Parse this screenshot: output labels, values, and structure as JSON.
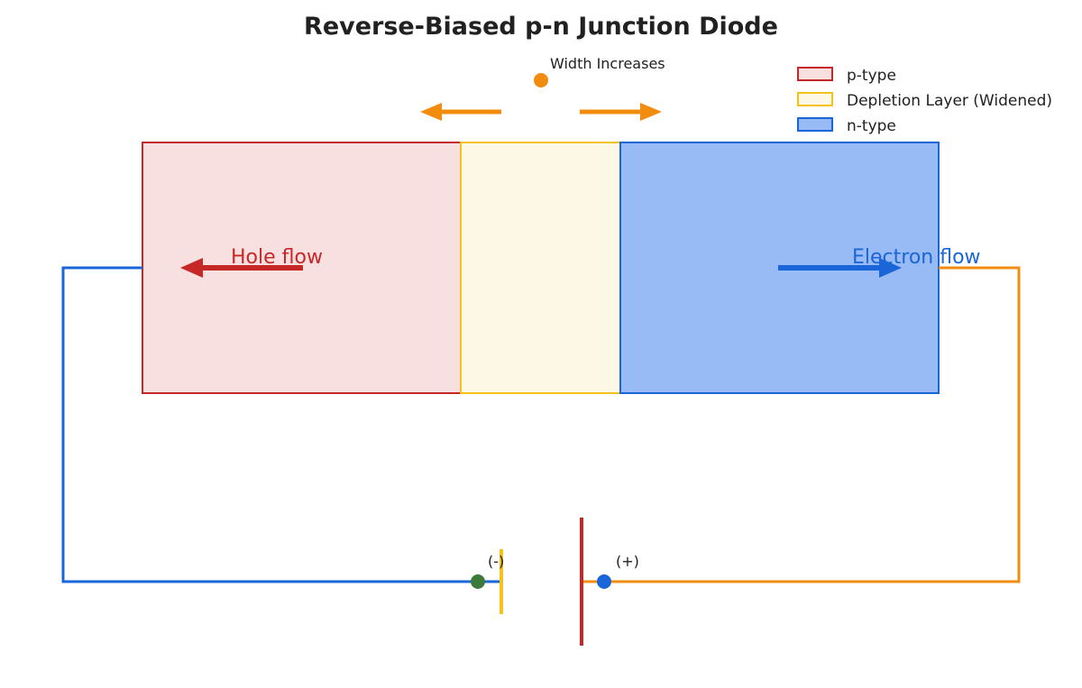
{
  "title": "Reverse-Biased p-n Junction Diode",
  "width_label": "Width Increases",
  "legend": [
    {
      "label": "p-type",
      "fill": "#f8e0e0",
      "stroke": "#c62828"
    },
    {
      "label": "Depletion Layer (Widened)",
      "fill": "#fdf8e6",
      "stroke": "#f4c21b"
    },
    {
      "label": "n-type",
      "fill": "#99bbf5",
      "stroke": "#1a66d9"
    }
  ],
  "regions": {
    "p_type": {
      "fill": "#f8e0e0",
      "stroke": "#c62828"
    },
    "depletion": {
      "fill": "#fdf8e6",
      "stroke": "#f4c21b"
    },
    "n_type": {
      "fill": "#99bbf5",
      "stroke": "#1a66d9"
    }
  },
  "flows": {
    "hole": {
      "label": "Hole flow",
      "color": "#c62828"
    },
    "electron": {
      "label": "Electron flow",
      "color": "#1a66d9"
    }
  },
  "battery": {
    "negative_label": "(-)",
    "positive_label": "(+)",
    "negative_plate_color": "#f4c21b",
    "positive_plate_color": "#c62828",
    "negative_terminal_color": "#3b7a3b",
    "positive_terminal_color": "#1a66d9"
  },
  "colors": {
    "left_wire": "#1a66d9",
    "right_wire": "#f28c0f",
    "width_arrows": "#f28c0f"
  }
}
